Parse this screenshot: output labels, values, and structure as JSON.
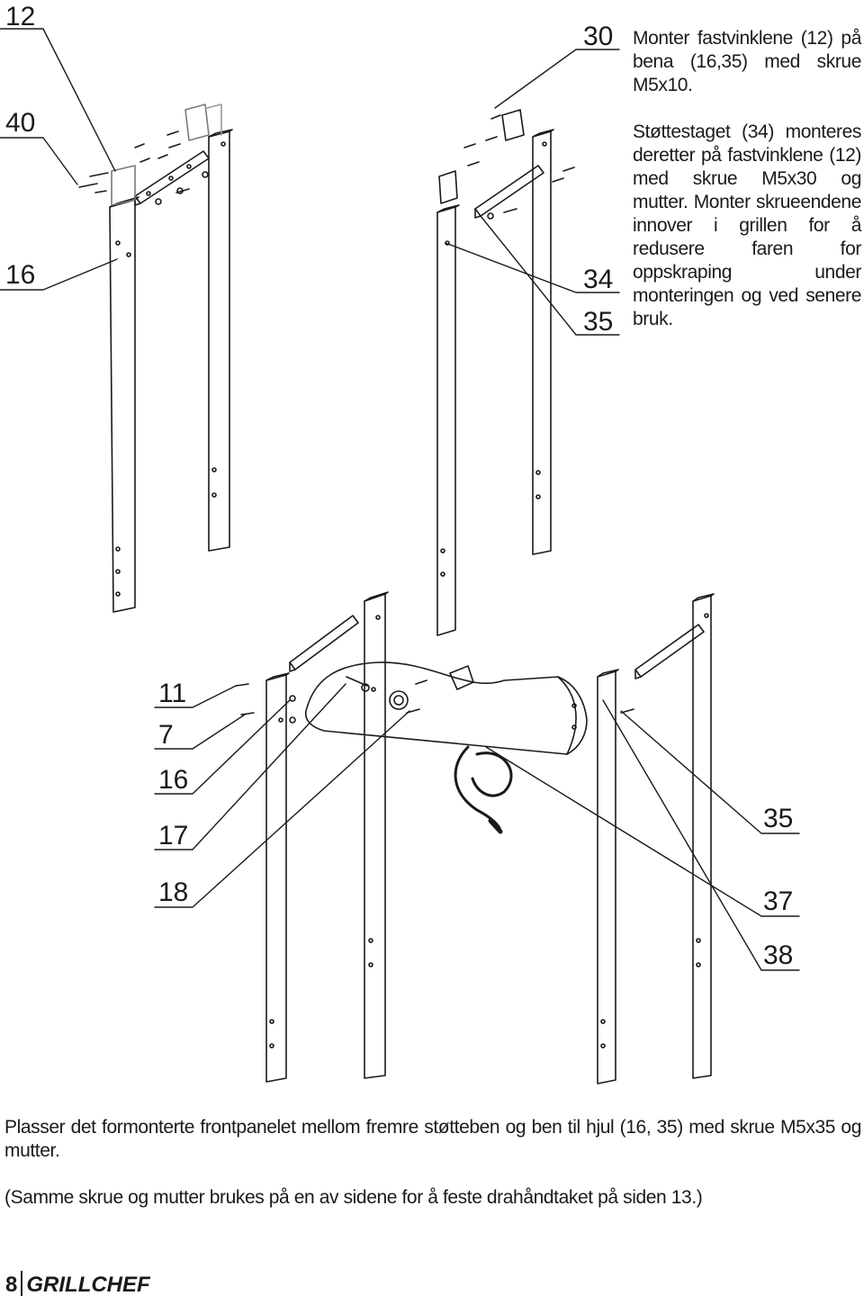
{
  "callouts_top": [
    "12",
    "40",
    "16",
    "30",
    "34",
    "35"
  ],
  "callouts_bottom": [
    "11",
    "7",
    "16",
    "17",
    "18",
    "35",
    "37",
    "38"
  ],
  "instruction_top": {
    "p1": "Monter fastvinklene (12) på bena (16,35) med skrue M5x10.",
    "p2": "Støttestaget (34) monteres deretter på fastvinklene (12) med skrue M5x30 og mutter. Monter skrueendene innover i grillen for å redusere faren for oppskraping under monteringen og ved senere bruk."
  },
  "instruction_bottom": {
    "p1": "Plasser det formonterte frontpanelet mellom fremre støtteben og ben til hjul (16, 35) med skrue M5x35 og mutter.",
    "p2": "(Samme skrue og mutter brukes på en av sidene for  å feste drahåndtaket på siden 13.)"
  },
  "footer": {
    "page_number": "8",
    "brand": "GRILLCHEF"
  },
  "colors": {
    "ink": "#1a1a1a",
    "paper": "#ffffff"
  }
}
